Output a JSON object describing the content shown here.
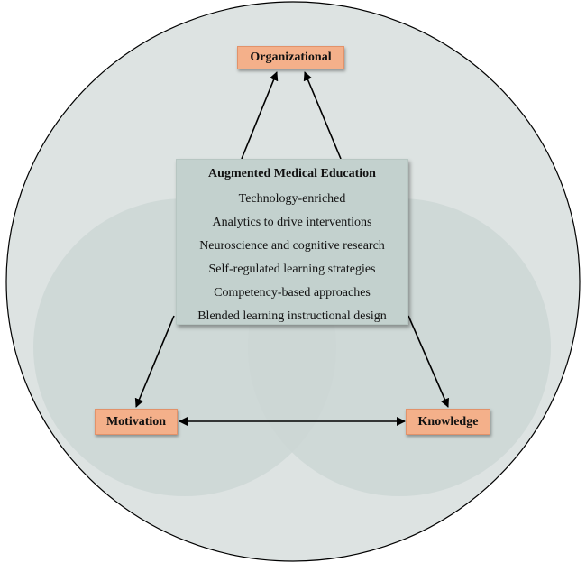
{
  "nodes": {
    "organizational": "Organizational",
    "motivation": "Motivation",
    "knowledge": "Knowledge"
  },
  "center": {
    "title": "Augmented Medical Education",
    "items": [
      "Technology-enriched",
      "Analytics to drive interventions",
      "Neuroscience and cognitive research",
      "Self-regulated learning strategies",
      "Competency-based approaches",
      "Blended learning instructional design"
    ]
  },
  "colors": {
    "outer_circle": "#dde3e2",
    "inner_circles": "#ccd6d4",
    "node_fill": "#f4b08a",
    "center_fill": "#c3d1ce"
  }
}
